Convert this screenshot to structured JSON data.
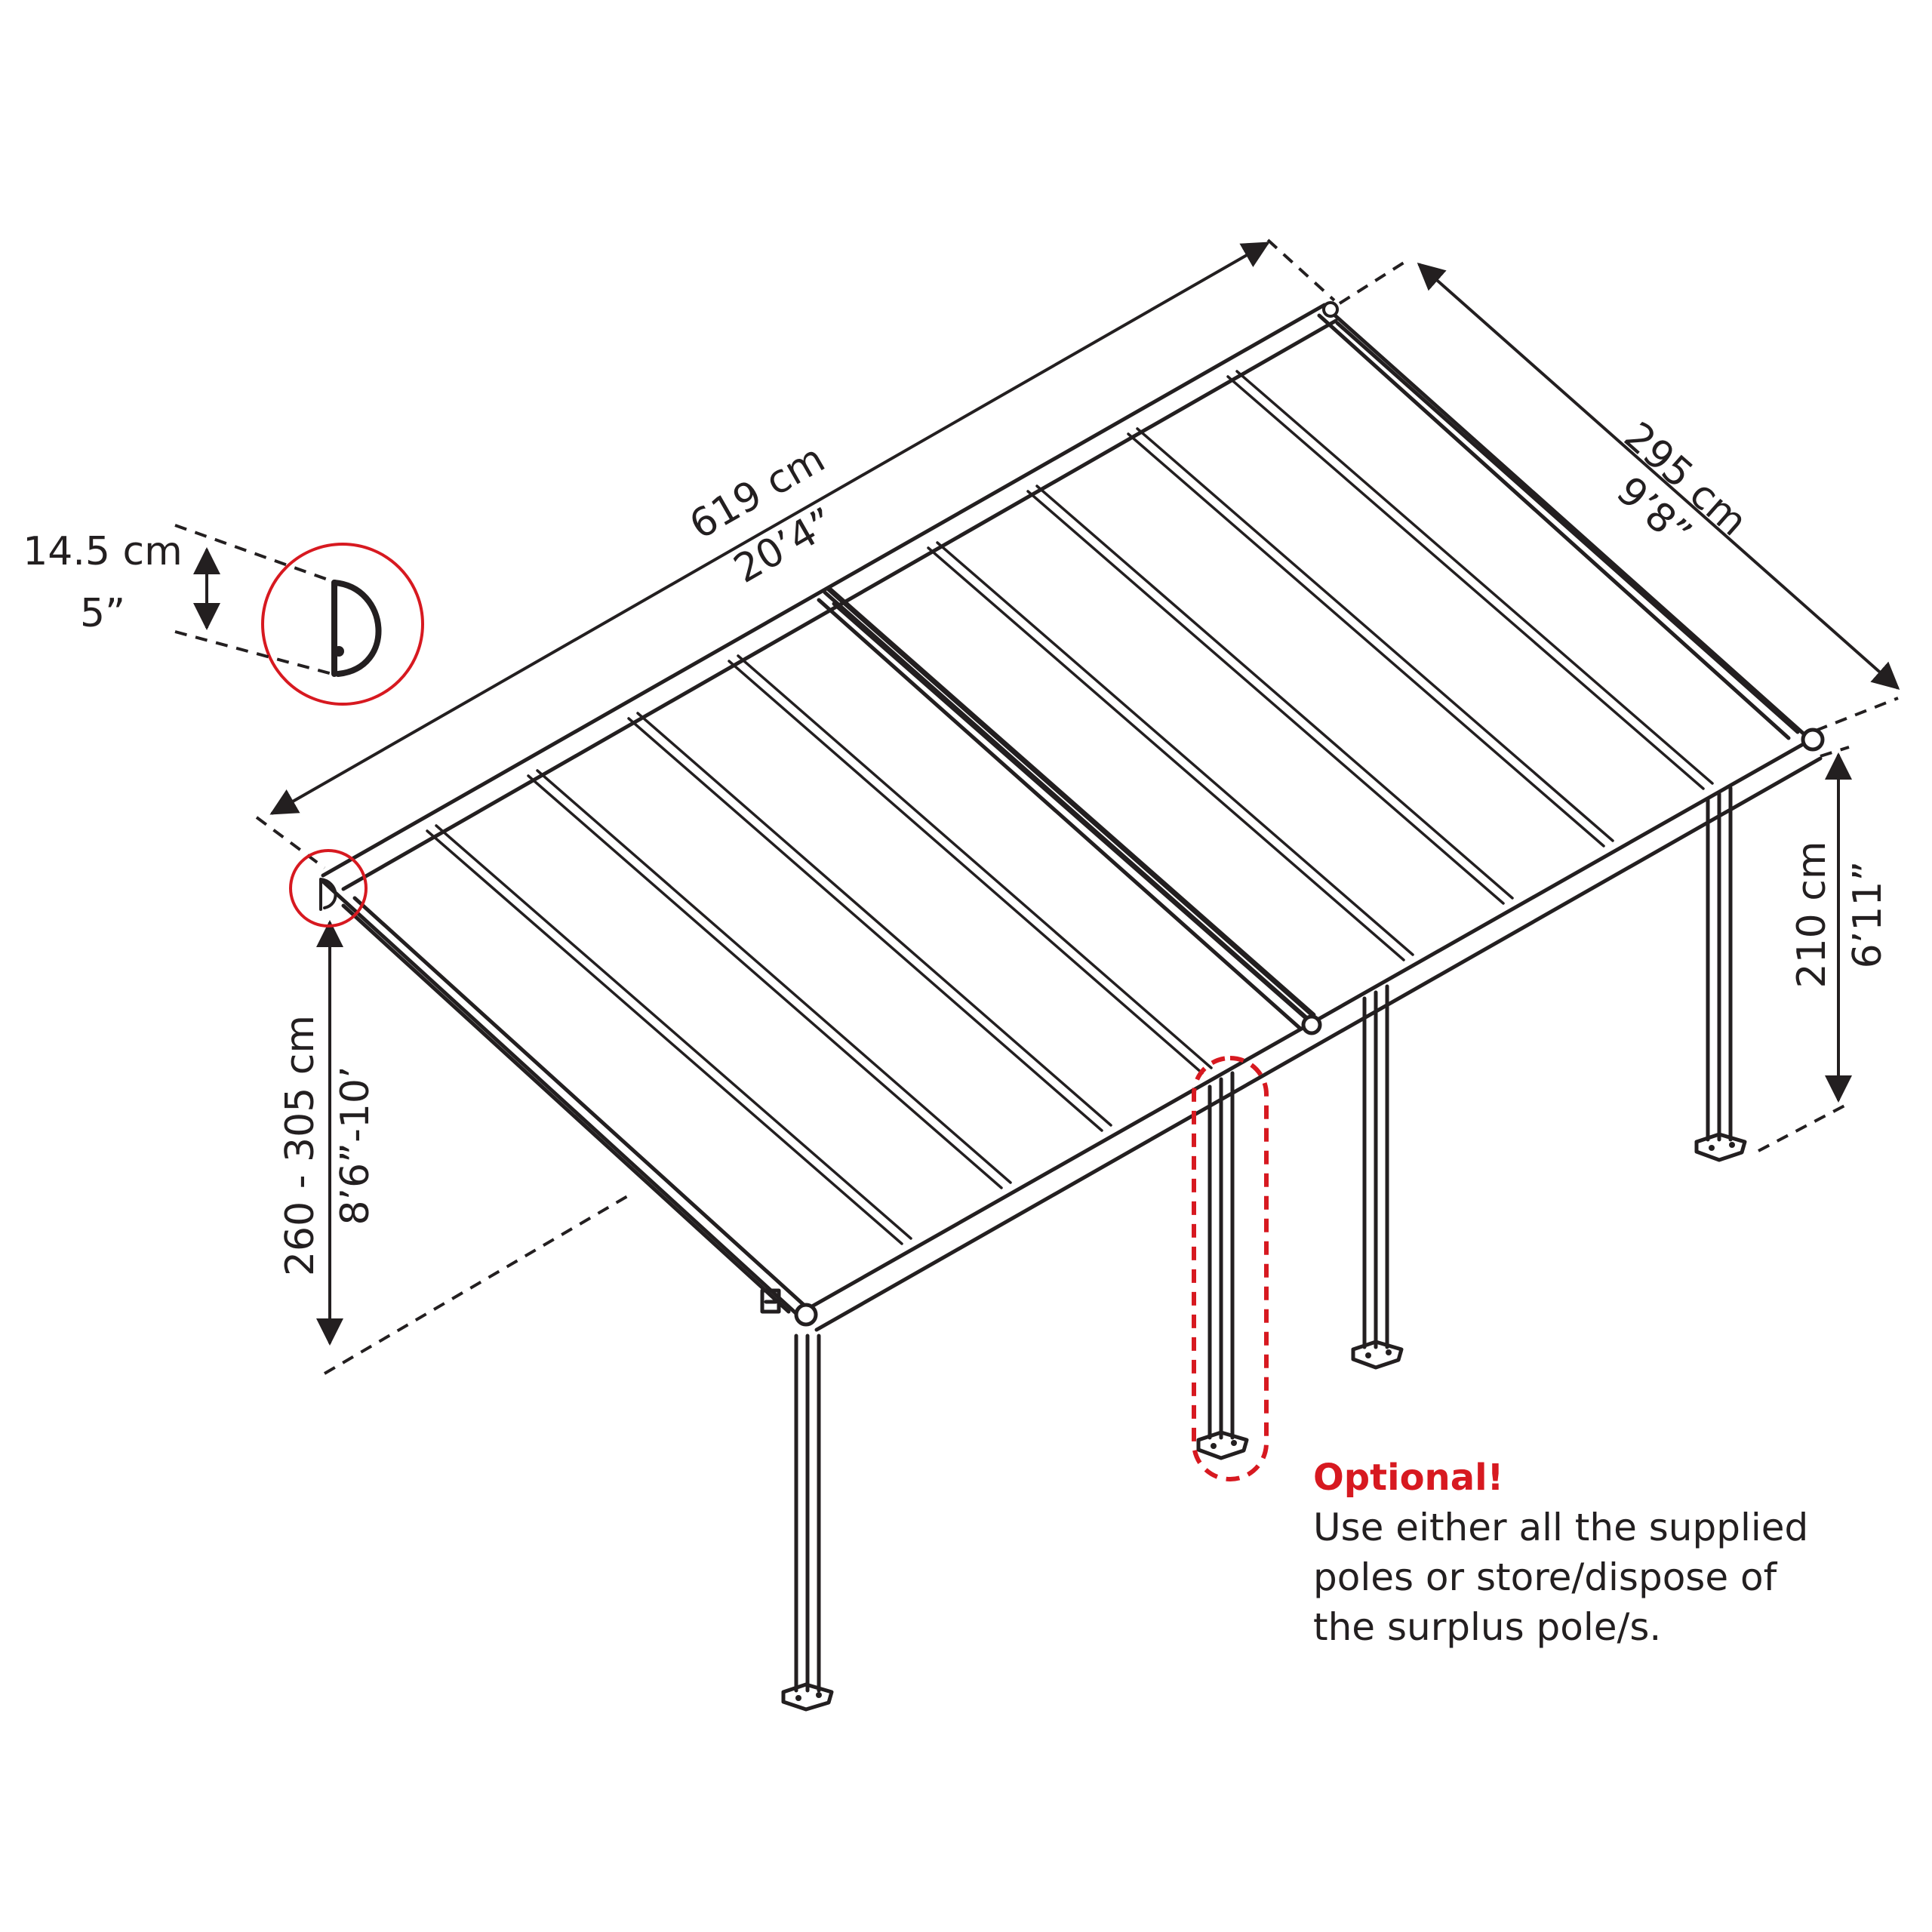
{
  "dimensions": {
    "length_metric": "619 cm",
    "length_imperial": "20’4”",
    "width_metric": "295 cm",
    "width_imperial": "9’8”",
    "front_height_metric": "210 cm",
    "front_height_imperial": "6’11”",
    "rear_height_metric": "260 - 305 cm",
    "rear_height_imperial": "8’6”-10’",
    "profile_metric": "14.5 cm",
    "profile_imperial": "5”"
  },
  "note": {
    "title": "Optional!",
    "lines": [
      "Use either all the supplied",
      "poles or store/dispose of",
      "the surplus pole/s."
    ]
  },
  "colors": {
    "line": "#231f20",
    "accent": "#d71920",
    "background": "#ffffff"
  }
}
